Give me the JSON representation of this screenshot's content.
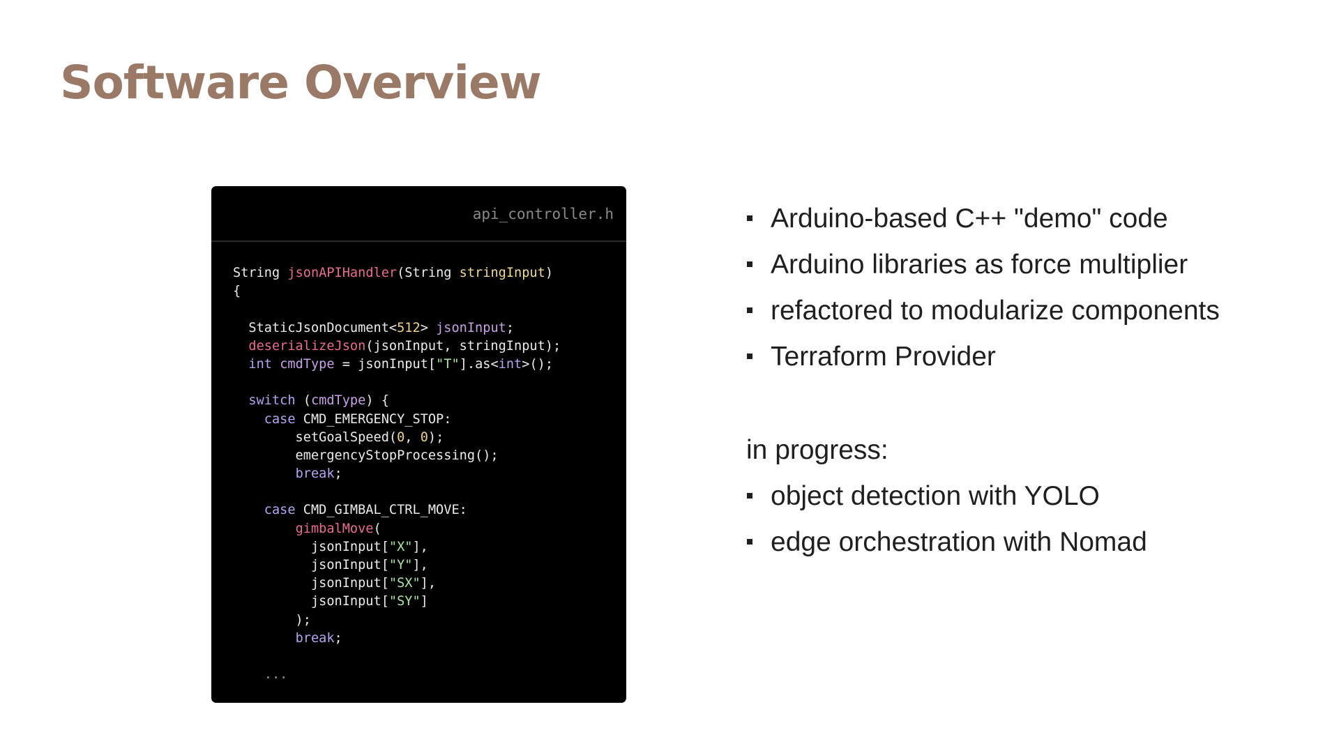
{
  "slide": {
    "title": "Software Overview"
  },
  "code": {
    "filename": "api_controller.h",
    "lines": [
      [
        [
          "plain",
          "String "
        ],
        [
          "fn",
          "jsonAPIHandler"
        ],
        [
          "plain",
          "(String "
        ],
        [
          "param",
          "stringInput"
        ],
        [
          "plain",
          ")"
        ]
      ],
      [
        [
          "plain",
          "{"
        ]
      ],
      [],
      [
        [
          "plain",
          "  StaticJsonDocument<"
        ],
        [
          "num",
          "512"
        ],
        [
          "plain",
          "> "
        ],
        [
          "var",
          "jsonInput"
        ],
        [
          "plain",
          ";"
        ]
      ],
      [
        [
          "plain",
          "  "
        ],
        [
          "fn",
          "deserializeJson"
        ],
        [
          "plain",
          "(jsonInput, stringInput);"
        ]
      ],
      [
        [
          "plain",
          "  "
        ],
        [
          "kw",
          "int"
        ],
        [
          "plain",
          " "
        ],
        [
          "var",
          "cmdType"
        ],
        [
          "plain",
          " = jsonInput["
        ],
        [
          "str",
          "\"T\""
        ],
        [
          "plain",
          "].as<"
        ],
        [
          "kw",
          "int"
        ],
        [
          "plain",
          ">();"
        ]
      ],
      [],
      [
        [
          "plain",
          "  "
        ],
        [
          "kw",
          "switch"
        ],
        [
          "plain",
          " ("
        ],
        [
          "var",
          "cmdType"
        ],
        [
          "plain",
          ") {"
        ]
      ],
      [
        [
          "plain",
          "    "
        ],
        [
          "kw",
          "case"
        ],
        [
          "plain",
          " CMD_EMERGENCY_STOP:"
        ]
      ],
      [
        [
          "plain",
          "        setGoalSpeed("
        ],
        [
          "num",
          "0"
        ],
        [
          "plain",
          ", "
        ],
        [
          "num",
          "0"
        ],
        [
          "plain",
          ");"
        ]
      ],
      [
        [
          "plain",
          "        emergencyStopProcessing();"
        ]
      ],
      [
        [
          "plain",
          "        "
        ],
        [
          "kw",
          "break"
        ],
        [
          "plain",
          ";"
        ]
      ],
      [],
      [
        [
          "plain",
          "    "
        ],
        [
          "kw",
          "case"
        ],
        [
          "plain",
          " CMD_GIMBAL_CTRL_MOVE:"
        ]
      ],
      [
        [
          "plain",
          "        "
        ],
        [
          "fn",
          "gimbalMove"
        ],
        [
          "plain",
          "("
        ]
      ],
      [
        [
          "plain",
          "          jsonInput["
        ],
        [
          "str",
          "\"X\""
        ],
        [
          "plain",
          "],"
        ]
      ],
      [
        [
          "plain",
          "          jsonInput["
        ],
        [
          "str",
          "\"Y\""
        ],
        [
          "plain",
          "],"
        ]
      ],
      [
        [
          "plain",
          "          jsonInput["
        ],
        [
          "str",
          "\"SX\""
        ],
        [
          "plain",
          "],"
        ]
      ],
      [
        [
          "plain",
          "          jsonInput["
        ],
        [
          "str",
          "\"SY\""
        ],
        [
          "plain",
          "]"
        ]
      ],
      [
        [
          "plain",
          "        );"
        ]
      ],
      [
        [
          "plain",
          "        "
        ],
        [
          "kw",
          "break"
        ],
        [
          "plain",
          ";"
        ]
      ],
      [],
      [
        [
          "dim",
          "    ..."
        ]
      ]
    ]
  },
  "bullets": {
    "main_items": [
      "Arduino-based C++ \"demo\" code",
      "Arduino libraries as force multiplier",
      "refactored to modularize components",
      "Terraform Provider"
    ],
    "progress_label": "in progress:",
    "progress_items": [
      "object detection with YOLO",
      "edge orchestration with Nomad"
    ]
  }
}
